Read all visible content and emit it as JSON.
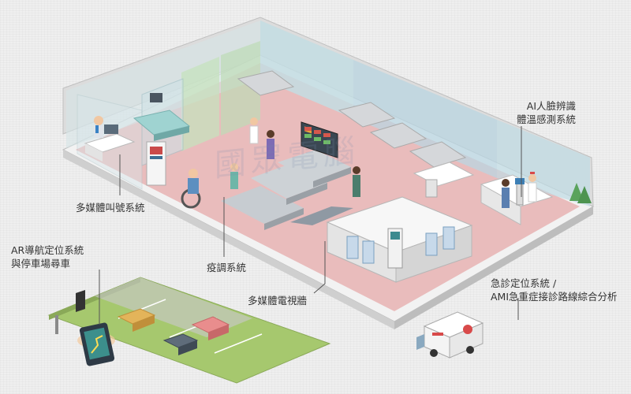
{
  "labels": {
    "ai_face": [
      "AI人臉辨識",
      "體溫感測系統"
    ],
    "queue": "多媒體叫號系統",
    "ar_nav": [
      "AR導航定位系統",
      "與停車場尋車"
    ],
    "epidemic": "疫調系統",
    "media_wall": "多媒體電視牆",
    "emergency": [
      "急診定位系統 /",
      "AMI急重症接診路線綜合分析"
    ]
  },
  "watermark": "國眾電腦",
  "colors": {
    "floor": "#e8b9b9",
    "wall_glass": "#c5dde1",
    "wall_blue": "#b5d5e3",
    "wall_green": "#c3dfbd",
    "outer_wall": "#d8d8d8",
    "parking_grass": "#a3c56b",
    "leader_line": "#555555"
  },
  "icons": [
    "doctor-desk-icon",
    "hospital-bed-icon",
    "wheelchair-icon",
    "waiting-bench-icon",
    "tv-wall-icon",
    "kiosk-icon",
    "thermal-camera-icon",
    "nurse-icon",
    "car-icon",
    "smartphone-ar-icon",
    "ambulance-icon",
    "tree-icon"
  ]
}
